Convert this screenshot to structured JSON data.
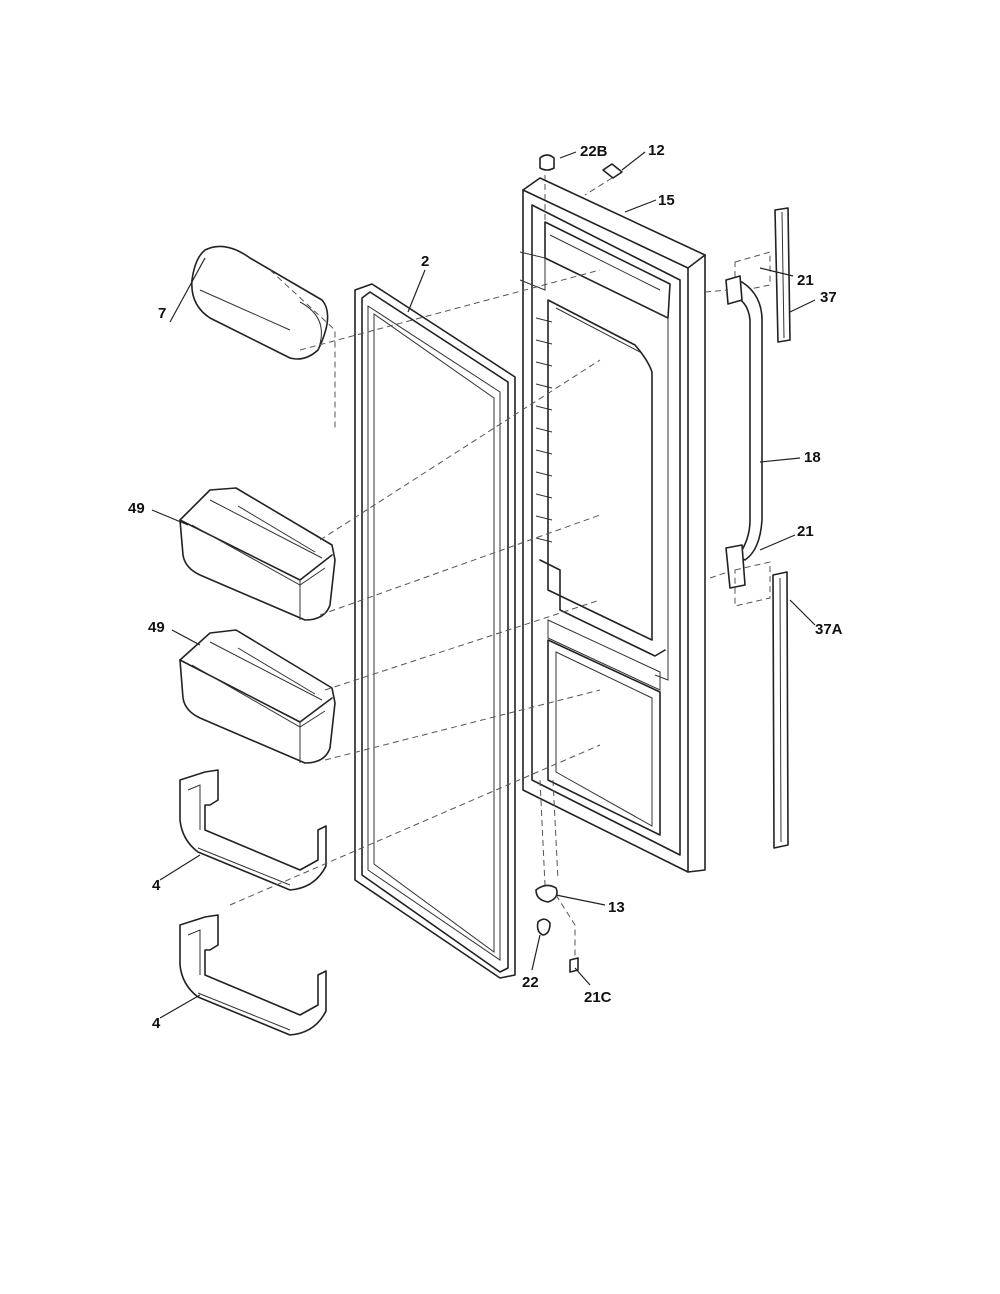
{
  "diagram": {
    "callouts": {
      "c22b": "22B",
      "c12": "12",
      "c15": "15",
      "c2": "2",
      "c7": "7",
      "c37": "37",
      "c21_top": "21",
      "c18": "18",
      "c21_mid": "21",
      "c37a": "37A",
      "c49_top": "49",
      "c49_bottom": "49",
      "c4_top": "4",
      "c4_bottom": "4",
      "c13": "13",
      "c22": "22",
      "c21c": "21C"
    }
  }
}
